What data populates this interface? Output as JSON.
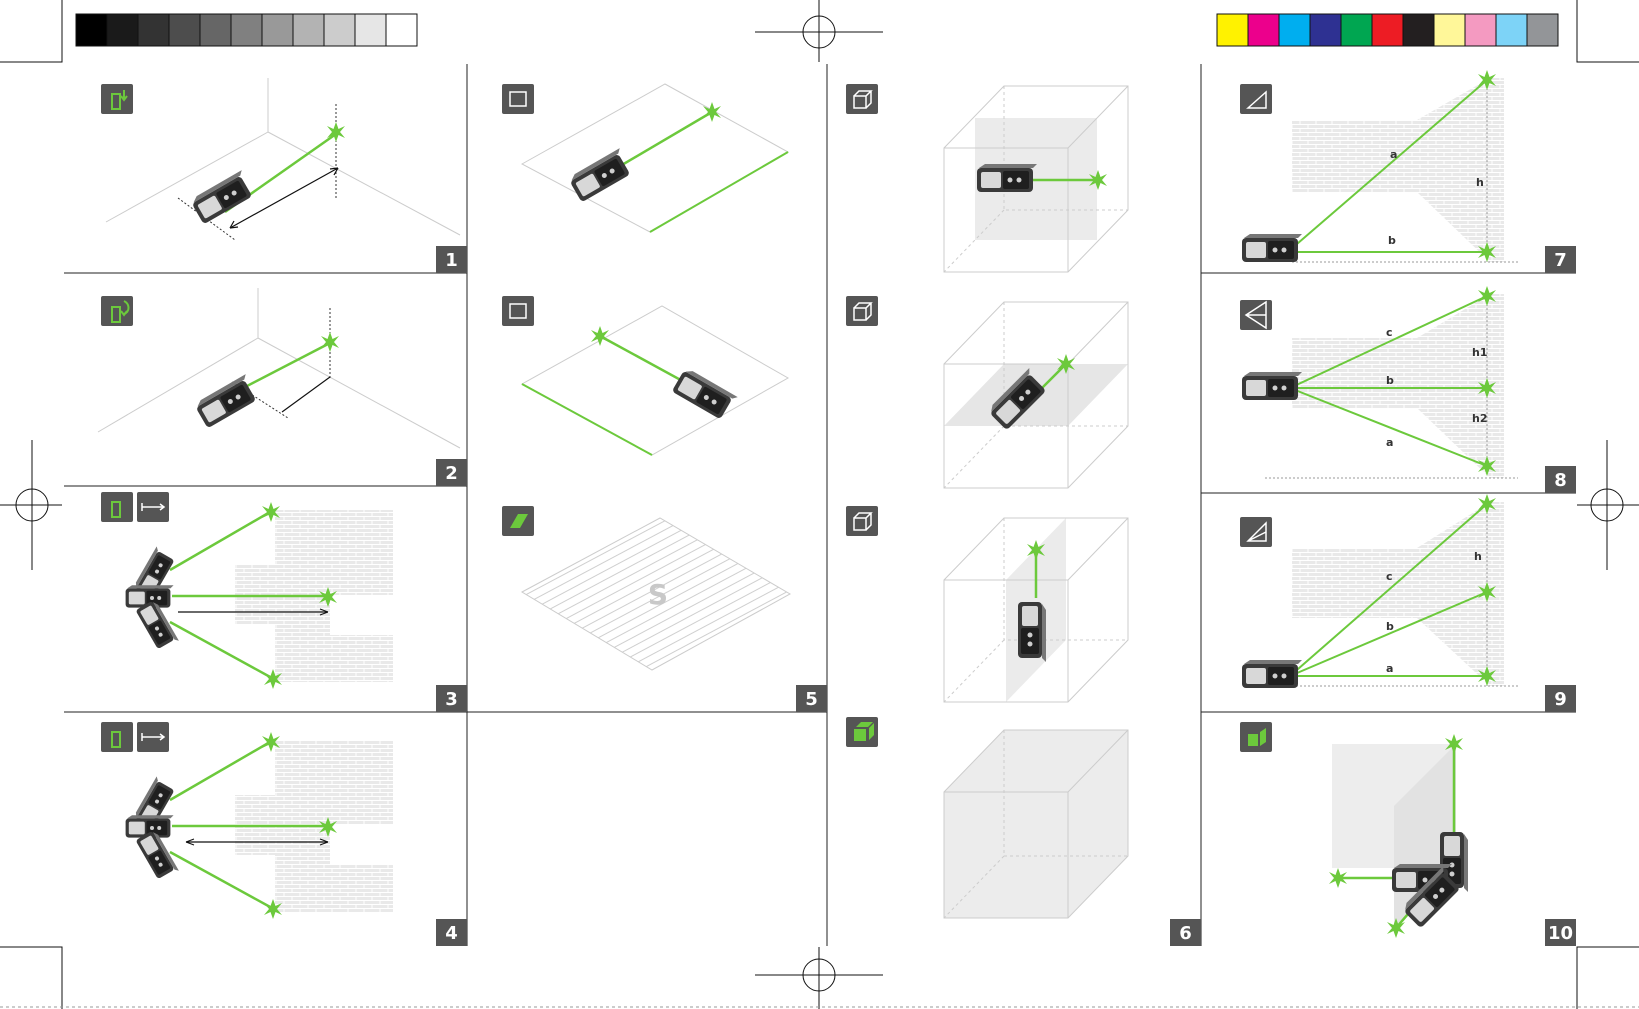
{
  "swatches_gray": [
    "#000000",
    "#1a1a1a",
    "#333333",
    "#4d4d4d",
    "#666666",
    "#808080",
    "#999999",
    "#b3b3b3",
    "#cccccc",
    "#e6e6e6",
    "#ffffff"
  ],
  "swatches_color": [
    "#fff200",
    "#ec008c",
    "#00aeef",
    "#2e3192",
    "#00a651",
    "#ed1c24",
    "#231f20",
    "#fff799",
    "#f49ac1",
    "#7dd3f7",
    "#939598"
  ],
  "accent_green": "#6cc93c",
  "badge_gray": "#555555",
  "panel_numbers": {
    "p1": "1",
    "p2": "2",
    "p3": "3",
    "p4": "4",
    "p5": "5",
    "p6": "6",
    "p7": "7",
    "p8": "8",
    "p9": "9",
    "p10": "10"
  },
  "area_symbol": "S",
  "pythagoras": {
    "p7": {
      "a": "a",
      "b": "b",
      "h": "h"
    },
    "p8": {
      "c": "c",
      "b": "b",
      "a": "a",
      "h1": "h1",
      "h2": "h2"
    },
    "p9": {
      "c": "c",
      "b": "b",
      "a": "a",
      "h": "h"
    }
  },
  "icons": [
    "measure-front-icon",
    "measure-rear-icon",
    "continuous-icon",
    "length-icon",
    "area-icon",
    "volume-icon",
    "triangle-icon",
    "double-triangle-icon",
    "wall-area-icon"
  ]
}
